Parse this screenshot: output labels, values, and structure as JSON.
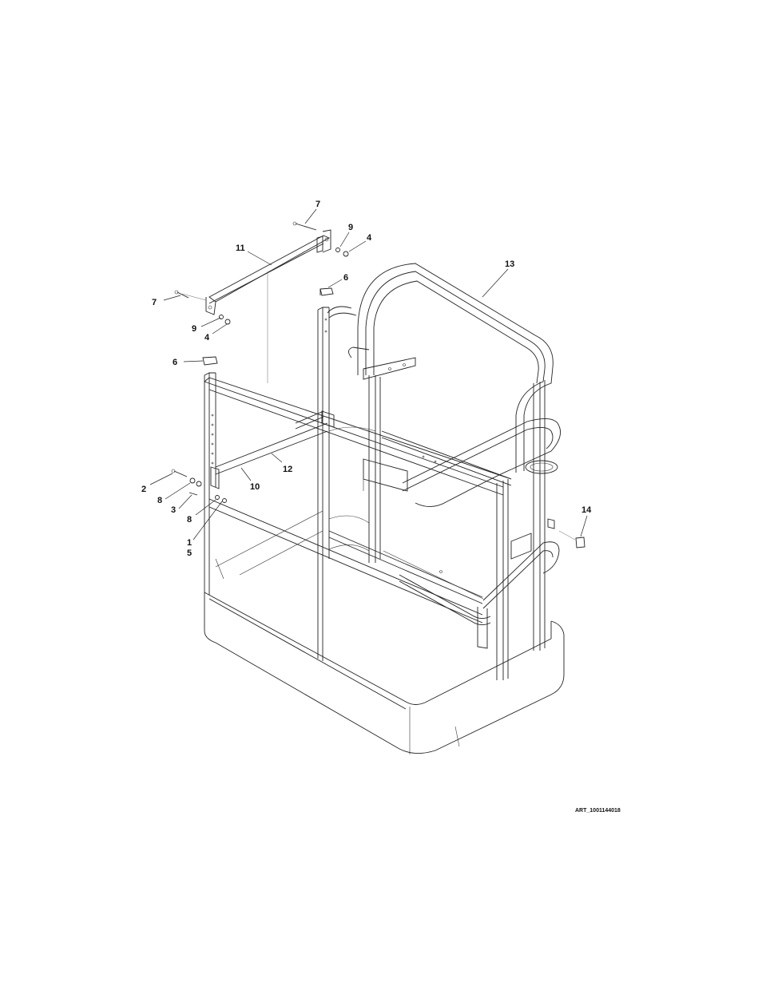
{
  "diagram": {
    "art_id": "ART_1001144018",
    "callouts": [
      {
        "id": "c7a",
        "label": "7"
      },
      {
        "id": "c9a",
        "label": "9"
      },
      {
        "id": "c4a",
        "label": "4"
      },
      {
        "id": "c11",
        "label": "11"
      },
      {
        "id": "c13",
        "label": "13"
      },
      {
        "id": "c6a",
        "label": "6"
      },
      {
        "id": "c7b",
        "label": "7"
      },
      {
        "id": "c9b",
        "label": "9"
      },
      {
        "id": "c4b",
        "label": "4"
      },
      {
        "id": "c6b",
        "label": "6"
      },
      {
        "id": "c12",
        "label": "12"
      },
      {
        "id": "c2",
        "label": "2"
      },
      {
        "id": "c10",
        "label": "10"
      },
      {
        "id": "c8a",
        "label": "8"
      },
      {
        "id": "c3",
        "label": "3"
      },
      {
        "id": "c8b",
        "label": "8"
      },
      {
        "id": "c1",
        "label": "1"
      },
      {
        "id": "c5",
        "label": "5"
      },
      {
        "id": "c14",
        "label": "14"
      }
    ]
  }
}
